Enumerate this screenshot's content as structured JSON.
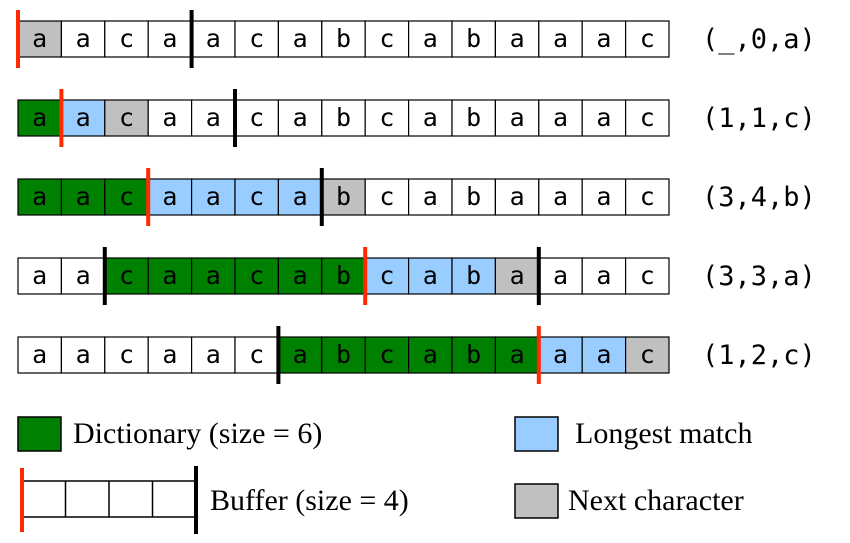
{
  "rows": [
    {
      "chars": [
        "a",
        "a",
        "c",
        "a",
        "a",
        "c",
        "a",
        "b",
        "c",
        "a",
        "b",
        "a",
        "a",
        "a",
        "c"
      ],
      "states": [
        "N",
        "E",
        "E",
        "E",
        "E",
        "E",
        "E",
        "E",
        "E",
        "E",
        "E",
        "E",
        "E",
        "E",
        "E"
      ],
      "red_boundary": 0,
      "black_boundary": 4,
      "tuple": "(_,0,a)"
    },
    {
      "chars": [
        "a",
        "a",
        "c",
        "a",
        "a",
        "c",
        "a",
        "b",
        "c",
        "a",
        "b",
        "a",
        "a",
        "a",
        "c"
      ],
      "states": [
        "D",
        "M",
        "N",
        "E",
        "E",
        "E",
        "E",
        "E",
        "E",
        "E",
        "E",
        "E",
        "E",
        "E",
        "E"
      ],
      "red_boundary": 1,
      "black_boundary": 5,
      "tuple": "(1,1,c)"
    },
    {
      "chars": [
        "a",
        "a",
        "c",
        "a",
        "a",
        "c",
        "a",
        "b",
        "c",
        "a",
        "b",
        "a",
        "a",
        "a",
        "c"
      ],
      "states": [
        "D",
        "D",
        "D",
        "M",
        "M",
        "M",
        "M",
        "N",
        "E",
        "E",
        "E",
        "E",
        "E",
        "E",
        "E"
      ],
      "red_boundary": 3,
      "black_boundary": 7,
      "tuple": "(3,4,b)"
    },
    {
      "chars": [
        "a",
        "a",
        "c",
        "a",
        "a",
        "c",
        "a",
        "b",
        "c",
        "a",
        "b",
        "a",
        "a",
        "a",
        "c"
      ],
      "states": [
        "E",
        "E",
        "D",
        "D",
        "D",
        "D",
        "D",
        "D",
        "M",
        "M",
        "M",
        "N",
        "E",
        "E",
        "E"
      ],
      "red_boundary": 8,
      "black_boundary": 2,
      "black_boundary_end": 12,
      "tuple": "(3,3,a)"
    },
    {
      "chars": [
        "a",
        "a",
        "c",
        "a",
        "a",
        "c",
        "a",
        "b",
        "c",
        "a",
        "b",
        "a",
        "a",
        "a",
        "c"
      ],
      "states": [
        "E",
        "E",
        "E",
        "E",
        "E",
        "E",
        "D",
        "D",
        "D",
        "D",
        "D",
        "D",
        "M",
        "M",
        "N"
      ],
      "red_boundary": 12,
      "black_boundary": 6,
      "tuple": "(1,2,c)"
    }
  ],
  "legend": {
    "dictionary": "Dictionary (size = 6)",
    "longest_match": "Longest match",
    "buffer": "Buffer (size = 4)",
    "next_character": "Next character"
  },
  "colors": {
    "dictionary": "#008000",
    "longest_match": "#99ccff",
    "next_character": "#c0c0c0",
    "empty": "#ffffff",
    "red_marker": "#ff2a00",
    "black_marker": "#000000"
  }
}
